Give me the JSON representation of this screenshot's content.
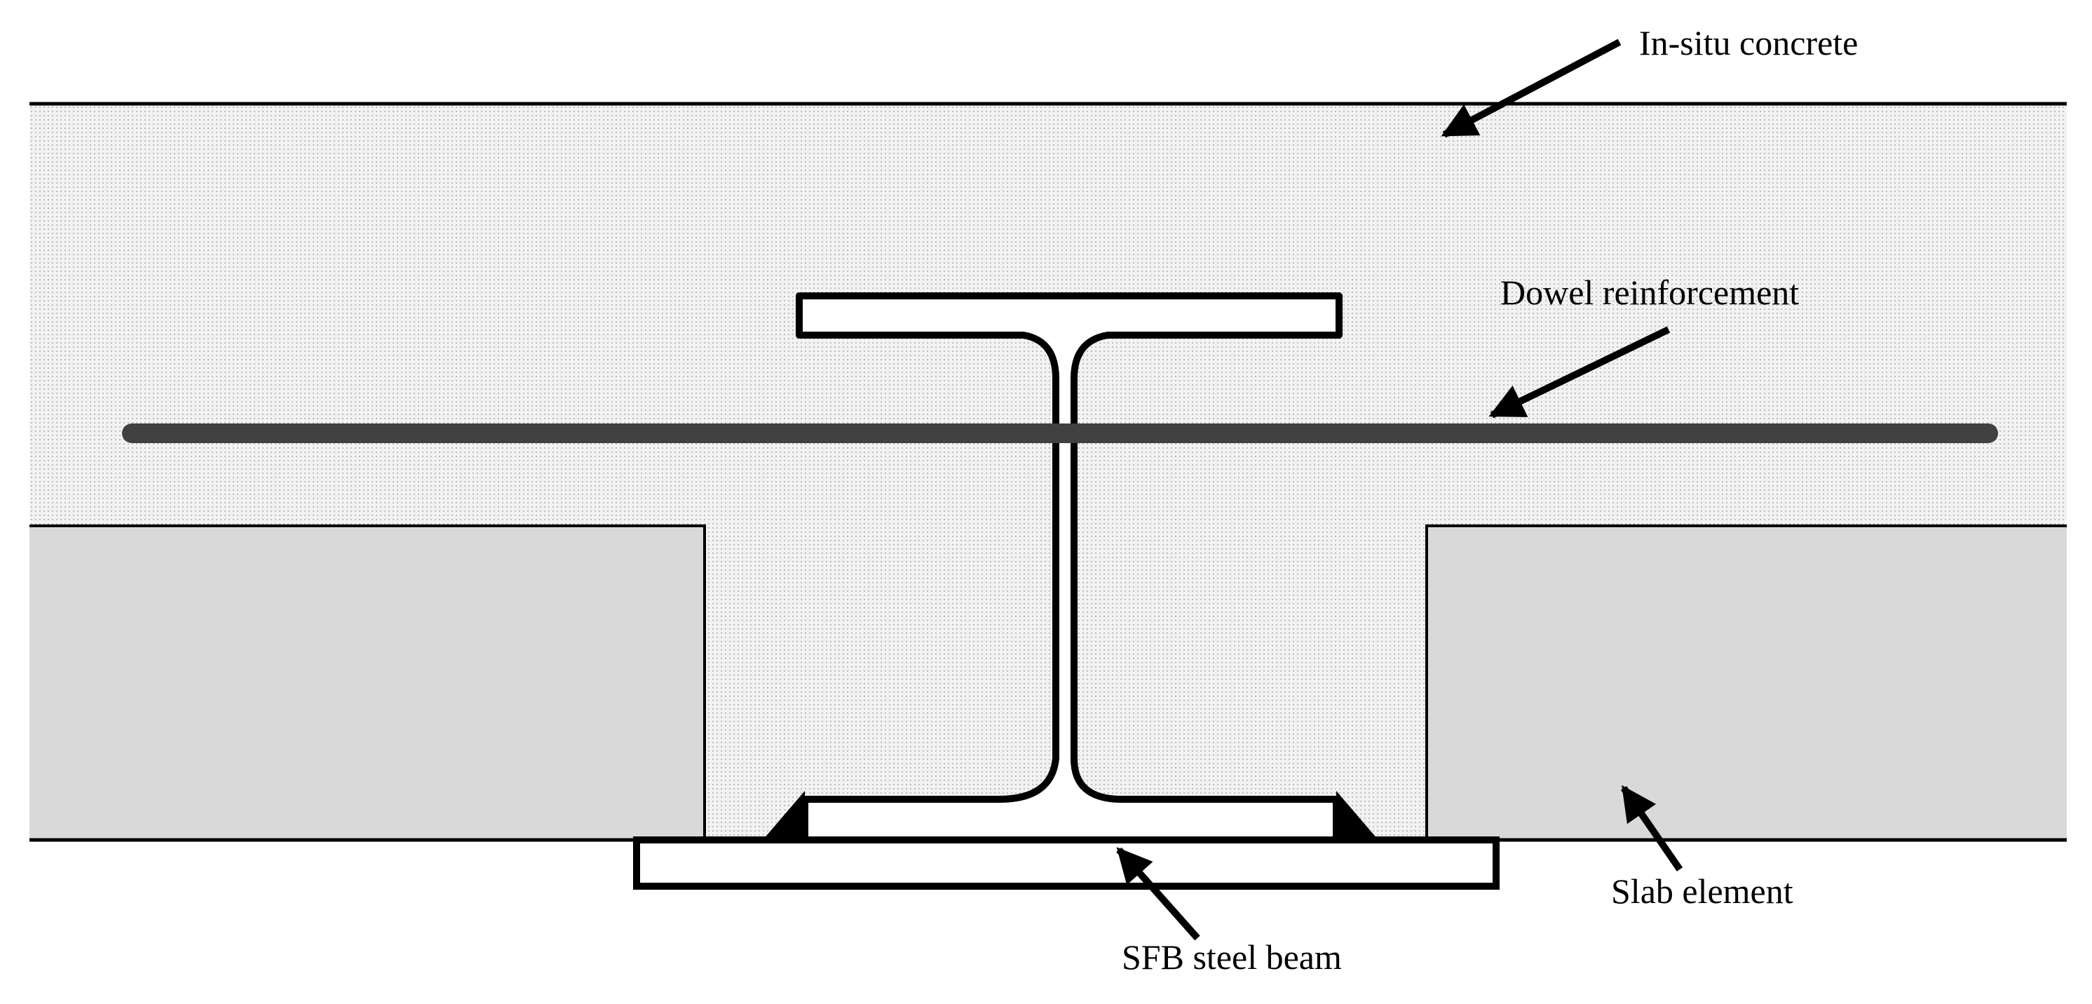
{
  "labels": {
    "in_situ_concrete": "In-situ concrete",
    "dowel_reinforcement": "Dowel reinforcement",
    "sfb_steel_beam": "SFB steel beam",
    "slab_element": "Slab element"
  },
  "colors": {
    "concrete_fill": "#f2f2f2",
    "concrete_dot": "#b8b8b8",
    "slab_fill": "#d9d9d9",
    "dowel": "#404040",
    "steel_fill": "#ffffff",
    "outline": "#000000"
  }
}
